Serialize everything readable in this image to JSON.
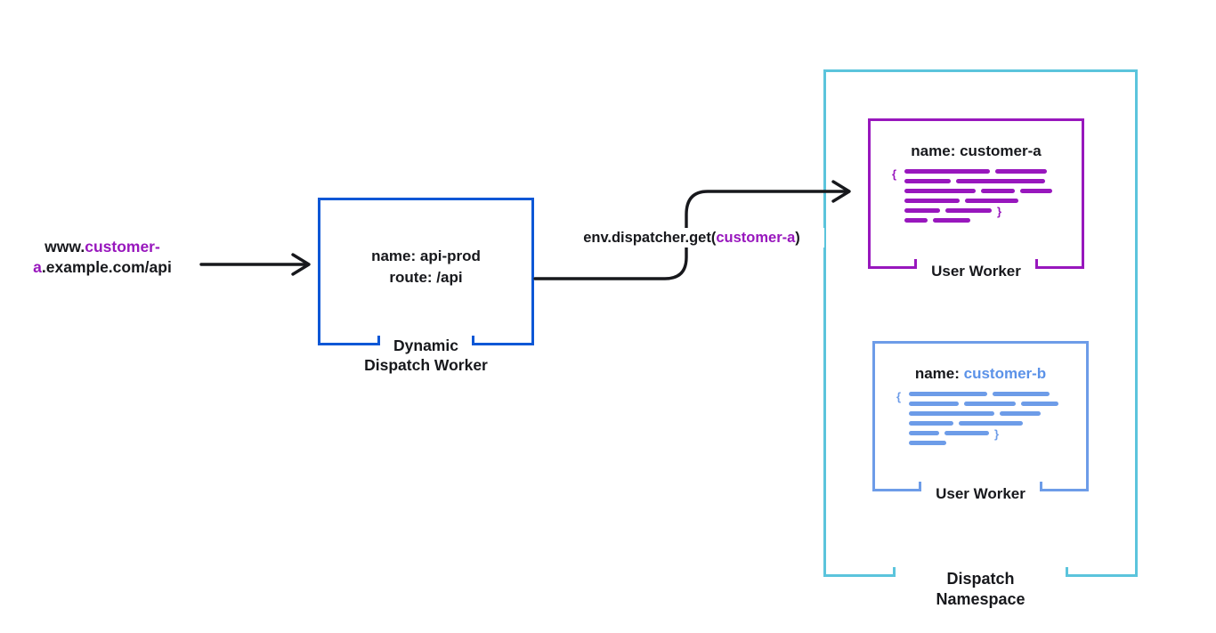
{
  "colors": {
    "ink": "#17181c",
    "purple": "#9817bd",
    "blue": "#0d57d6",
    "cyan": "#5bc4dc",
    "worker_b_blue": "#6d9ce8",
    "worker_b_text": "#5b92e8"
  },
  "request_url": {
    "l1_black": "www.",
    "l1_purple": "customer-",
    "l2_purple": "a",
    "l2_black": ".example.com/api"
  },
  "dispatch_worker": {
    "name_line": "name: api-prod",
    "route_line": "route: /api",
    "caption_l1": "Dynamic",
    "caption_l2": "Dispatch Worker"
  },
  "dispatcher_call": {
    "prefix": "env.dispatcher.get(",
    "arg": "customer-a",
    "suffix": ")"
  },
  "namespace": {
    "caption_l1": "Dispatch",
    "caption_l2": "Namespace"
  },
  "worker_a": {
    "name": "name: customer-a",
    "caption": "User Worker",
    "brace_open": "{",
    "brace_close": "}"
  },
  "worker_b": {
    "name_prefix": "name: ",
    "name_value": "customer-b",
    "caption": "User Worker",
    "brace_open": "{",
    "brace_close": "}"
  }
}
